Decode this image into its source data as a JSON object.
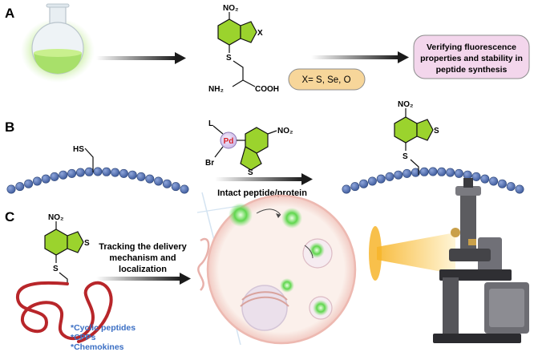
{
  "panels": [
    {
      "letter": "A"
    },
    {
      "letter": "B"
    },
    {
      "letter": "C"
    }
  ],
  "a": {
    "no2": "NO₂",
    "x_atom": "X",
    "s_atom": "S",
    "nh2": "NH₂",
    "cooh": "COOH",
    "x_values": "X= S, Se, O",
    "goal_line1": "Verifying fluorescence",
    "goal_line2": "properties and stability in",
    "goal_line3": "peptide synthesis"
  },
  "b": {
    "hs": "HS",
    "l": "L",
    "pd": "Pd",
    "br": "Br",
    "no2_reagent": "NO₂",
    "s_reagent": "S",
    "condition": "Intact peptide/protein",
    "no2_product": "NO₂",
    "s_product_ring": "S",
    "s_product_link": "S"
  },
  "c": {
    "no2": "NO₂",
    "s_ring": "S",
    "s_link": "S",
    "arrow_line1": "Tracking the delivery",
    "arrow_line2": "mechanism and",
    "arrow_line3": "localization",
    "list": [
      "*Cyclic peptides",
      "*CPPs",
      "*Chemokines"
    ]
  },
  "colors": {
    "ring_green": "#9bd32d",
    "bead_blue": "#5a77b8",
    "peptide_red": "#b8262a",
    "goal_fill": "#f3d6ec",
    "x_fill": "#f7d69a",
    "cell_pink": "#f4c9c4",
    "beam_yellow": "#f7b52b",
    "list_blue": "#3b6fc4"
  }
}
